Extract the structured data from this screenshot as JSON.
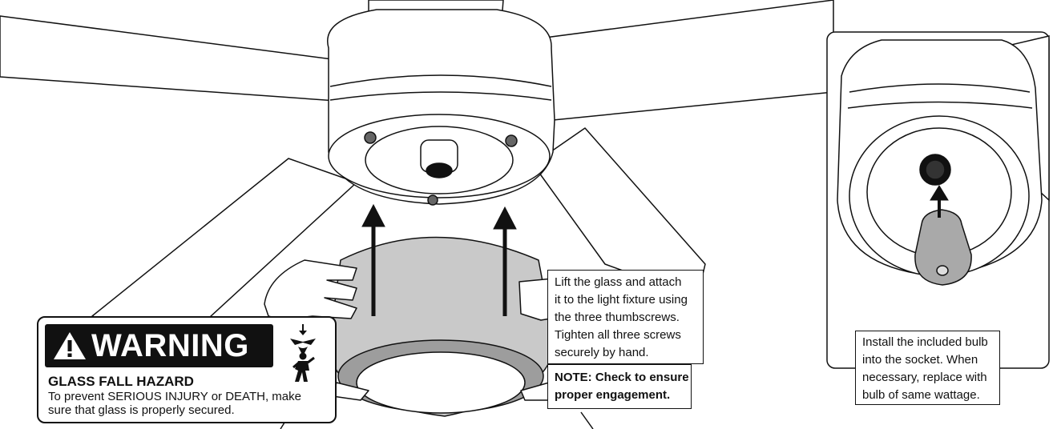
{
  "callouts": {
    "lift_glass": {
      "lines": [
        "Lift the glass and attach",
        "it to the light fixture using",
        "the three thumbscrews.",
        "Tighten all three screws",
        "securely by hand."
      ]
    },
    "note": {
      "lines": [
        "NOTE: Check to ensure",
        "proper engagement."
      ]
    },
    "bulb": {
      "lines": [
        "Install the included bulb",
        "into the socket. When",
        "necessary, replace with",
        "bulb of same wattage."
      ]
    }
  },
  "warning": {
    "title": "WARNING",
    "hazard_title": "GLASS FALL HAZARD",
    "line1_prefix": "To prevent ",
    "line1_emph1": "SERIOUS INJURY",
    "line1_mid": " or ",
    "line1_emph2": "DEATH",
    "line1_suffix": ", make",
    "line2": "sure that glass is properly secured.",
    "icon": "warning-triangle-icon",
    "pictogram": "falling-glass-person-icon"
  },
  "colors": {
    "ink": "#111111",
    "glass_fill": "#c9c9c9",
    "glass_rim": "#9d9d9d",
    "bulb_fill": "#a9a9a9",
    "fan_fill": "#ffffff"
  }
}
